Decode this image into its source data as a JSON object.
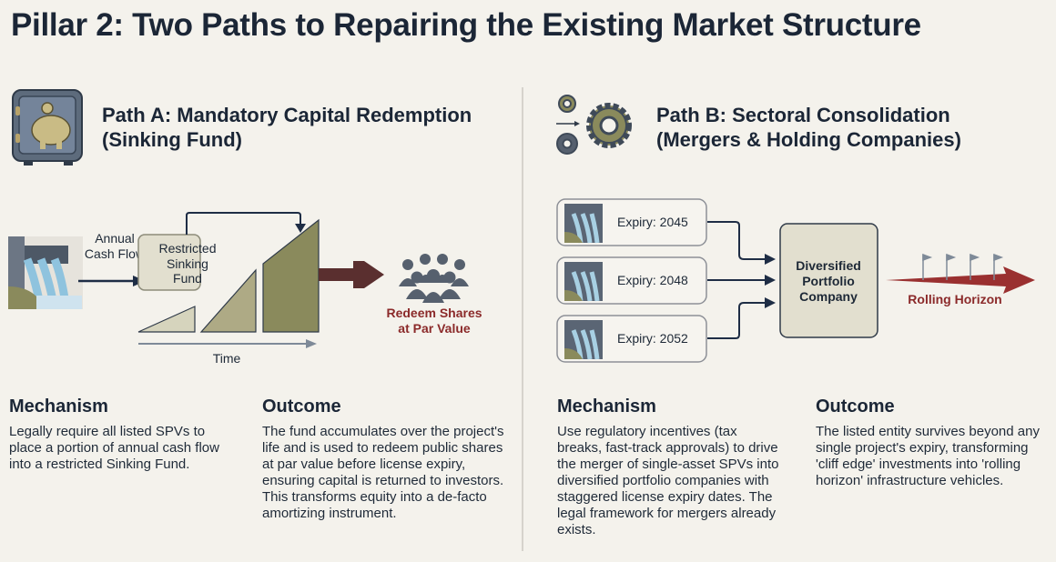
{
  "title": "Pillar 2: Two Paths to Repairing the Existing Market Structure",
  "path_a": {
    "title_line1": "Path A: Mandatory Capital Redemption",
    "title_line2": "(Sinking Fund)",
    "icon": "safe-piggy-bank-icon",
    "diagram": {
      "inflow_label_1": "Annual",
      "inflow_label_2": "Cash Flow",
      "fund_line1": "Restricted",
      "fund_line2": "Sinking",
      "fund_line3": "Fund",
      "axis_label": "Time",
      "result_line1": "Redeem Shares",
      "result_line2": "at Par Value"
    },
    "mechanism": {
      "heading": "Mechanism",
      "text": "Legally require all listed SPVs to place a portion of annual cash flow into a restricted Sinking Fund."
    },
    "outcome": {
      "heading": "Outcome",
      "text": "The fund accumulates over the project's life and is used to redeem public shares at par value before license expiry, ensuring capital is returned to investors. This transforms equity into a de-facto amortizing instrument."
    }
  },
  "path_b": {
    "title_line1": "Path B: Sectoral Consolidation",
    "title_line2": "(Mergers & Holding Companies)",
    "icon": "gears-icon",
    "diagram": {
      "assets": [
        {
          "label": "Expiry: 2045"
        },
        {
          "label": "Expiry: 2048"
        },
        {
          "label": "Expiry: 2052"
        }
      ],
      "company_line1": "Diversified",
      "company_line2": "Portfolio",
      "company_line3": "Company",
      "horizon_label": "Rolling Horizon"
    },
    "mechanism": {
      "heading": "Mechanism",
      "text": "Use regulatory incentives (tax breaks, fast-track approvals) to drive the merger of single-asset SPVs into diversified portfolio companies with staggered license expiry dates. The legal framework for mergers already exists."
    },
    "outcome": {
      "heading": "Outcome",
      "text": "The listed entity survives beyond any single project's expiry, transforming 'cliff edge' investments into 'rolling horizon' infrastructure vehicles."
    }
  },
  "colors": {
    "background": "#f4f2ec",
    "navy": "#1b2636",
    "olive": "#8a8a5c",
    "accent_red": "#8b2a2a"
  }
}
